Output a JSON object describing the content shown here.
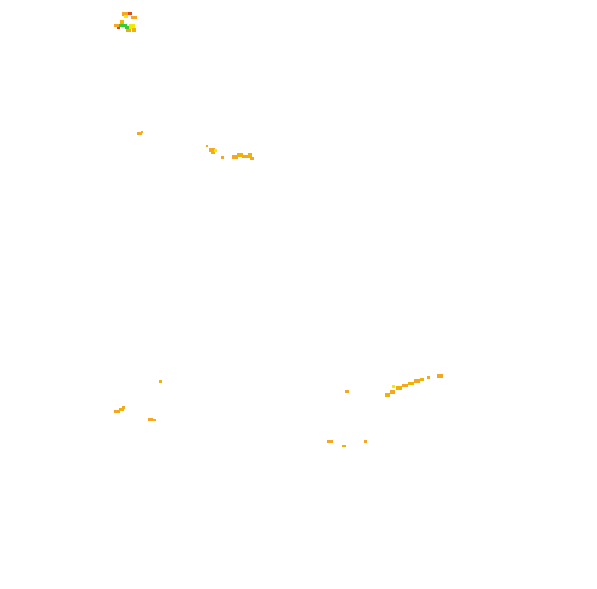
{
  "map": {
    "background_color": "#ffffff",
    "palette": {
      "orange": "#f5a623",
      "amber": "#f0b400",
      "yellow": "#f6e800",
      "green": "#33cc33",
      "red": "#e64a19"
    },
    "clusters": [
      {
        "name": "cluster-top-left",
        "cells": [
          [
            122,
            12,
            6,
            4,
            "orange"
          ],
          [
            128,
            12,
            4,
            3,
            "red"
          ],
          [
            124,
            15,
            4,
            3,
            "yellow"
          ],
          [
            131,
            16,
            6,
            3,
            "orange"
          ],
          [
            120,
            20,
            4,
            4,
            "amber"
          ],
          [
            114,
            24,
            6,
            3,
            "orange"
          ],
          [
            119,
            24,
            8,
            3,
            "green"
          ],
          [
            125,
            26,
            6,
            3,
            "green"
          ],
          [
            129,
            24,
            6,
            5,
            "yellow"
          ],
          [
            126,
            29,
            5,
            3,
            "orange"
          ],
          [
            132,
            28,
            4,
            4,
            "amber"
          ],
          [
            117,
            27,
            3,
            2,
            "red"
          ]
        ]
      },
      {
        "name": "cluster-upper-small",
        "cells": [
          [
            137,
            132,
            5,
            3,
            "orange"
          ],
          [
            141,
            131,
            2,
            2,
            "amber"
          ]
        ]
      },
      {
        "name": "cluster-upper-center",
        "cells": [
          [
            206,
            145,
            2,
            2,
            "amber"
          ],
          [
            209,
            148,
            6,
            4,
            "orange"
          ],
          [
            211,
            151,
            4,
            3,
            "amber"
          ],
          [
            214,
            149,
            3,
            3,
            "yellow"
          ],
          [
            221,
            156,
            3,
            3,
            "orange"
          ],
          [
            232,
            155,
            6,
            4,
            "orange"
          ],
          [
            237,
            153,
            6,
            4,
            "amber"
          ],
          [
            242,
            155,
            6,
            3,
            "orange"
          ],
          [
            248,
            153,
            4,
            5,
            "amber"
          ],
          [
            250,
            157,
            4,
            3,
            "orange"
          ]
        ]
      },
      {
        "name": "cluster-lower-left",
        "cells": [
          [
            159,
            380,
            3,
            3,
            "amber"
          ],
          [
            114,
            410,
            6,
            3,
            "orange"
          ],
          [
            119,
            408,
            5,
            3,
            "amber"
          ],
          [
            122,
            406,
            3,
            3,
            "orange"
          ],
          [
            148,
            418,
            5,
            3,
            "orange"
          ],
          [
            153,
            419,
            3,
            2,
            "amber"
          ]
        ]
      },
      {
        "name": "cluster-lower-right",
        "cells": [
          [
            345,
            390,
            4,
            3,
            "orange"
          ],
          [
            385,
            393,
            5,
            4,
            "amber"
          ],
          [
            390,
            390,
            5,
            4,
            "orange"
          ],
          [
            396,
            386,
            6,
            4,
            "amber"
          ],
          [
            402,
            384,
            6,
            3,
            "orange"
          ],
          [
            408,
            382,
            6,
            3,
            "amber"
          ],
          [
            414,
            379,
            6,
            4,
            "orange"
          ],
          [
            420,
            378,
            4,
            3,
            "amber"
          ],
          [
            427,
            376,
            3,
            3,
            "orange"
          ],
          [
            437,
            374,
            6,
            4,
            "orange"
          ],
          [
            392,
            385,
            3,
            3,
            "yellow"
          ]
        ]
      },
      {
        "name": "cluster-bottom-center",
        "cells": [
          [
            327,
            440,
            6,
            3,
            "orange"
          ],
          [
            342,
            445,
            4,
            2,
            "amber"
          ],
          [
            364,
            440,
            3,
            3,
            "orange"
          ]
        ]
      }
    ]
  }
}
